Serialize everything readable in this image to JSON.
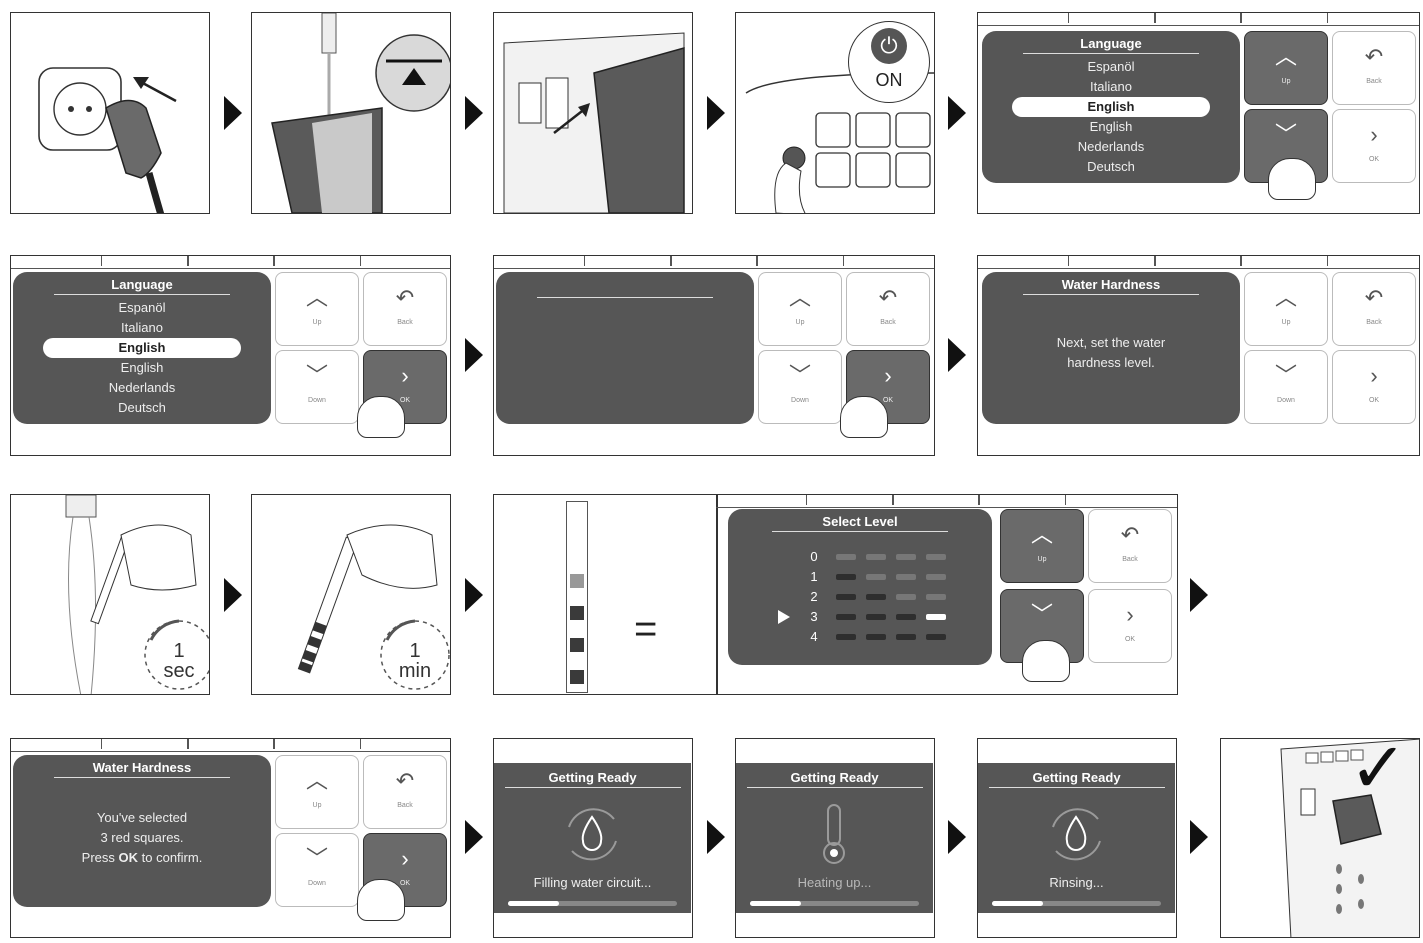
{
  "step_badges": {
    "on_label": "ON"
  },
  "language_screen": {
    "title": "Language",
    "items": [
      "Espanöl",
      "Italiano",
      "English",
      "English",
      "Nederlands",
      "Deutsch"
    ],
    "selected_index": 2
  },
  "buttons": {
    "up": "Up",
    "back": "Back",
    "down": "Down",
    "ok": "OK"
  },
  "water_hardness_intro": {
    "title": "Water Hardness",
    "line1": "Next, set the water",
    "line2": "hardness level."
  },
  "test_strip": {
    "dip_time_value": "1",
    "dip_time_unit": "sec",
    "wait_time_value": "1",
    "wait_time_unit": "min",
    "equals": "="
  },
  "select_level": {
    "title": "Select Level",
    "levels": [
      "0",
      "1",
      "2",
      "3",
      "4"
    ],
    "selected_level": 3
  },
  "water_hardness_confirm": {
    "title": "Water Hardness",
    "line1": "You've selected",
    "line2": "3 red squares.",
    "line3_prefix": "Press",
    "line3_ok": "OK",
    "line3_suffix": "to confirm."
  },
  "getting_ready": [
    {
      "title": "Getting Ready",
      "status": "Filling water circuit...",
      "icon": "water-drop-cycle-icon",
      "progress": 0.3
    },
    {
      "title": "Getting Ready",
      "status": "Heating up...",
      "icon": "thermometer-icon",
      "progress": 0.3
    },
    {
      "title": "Getting Ready",
      "status": "Rinsing...",
      "icon": "water-drop-cycle-icon",
      "progress": 0.3
    }
  ],
  "colors": {
    "screen": "#565656",
    "button_pressed": "#6a6a6a",
    "strip_square": "#3a3a3a"
  }
}
